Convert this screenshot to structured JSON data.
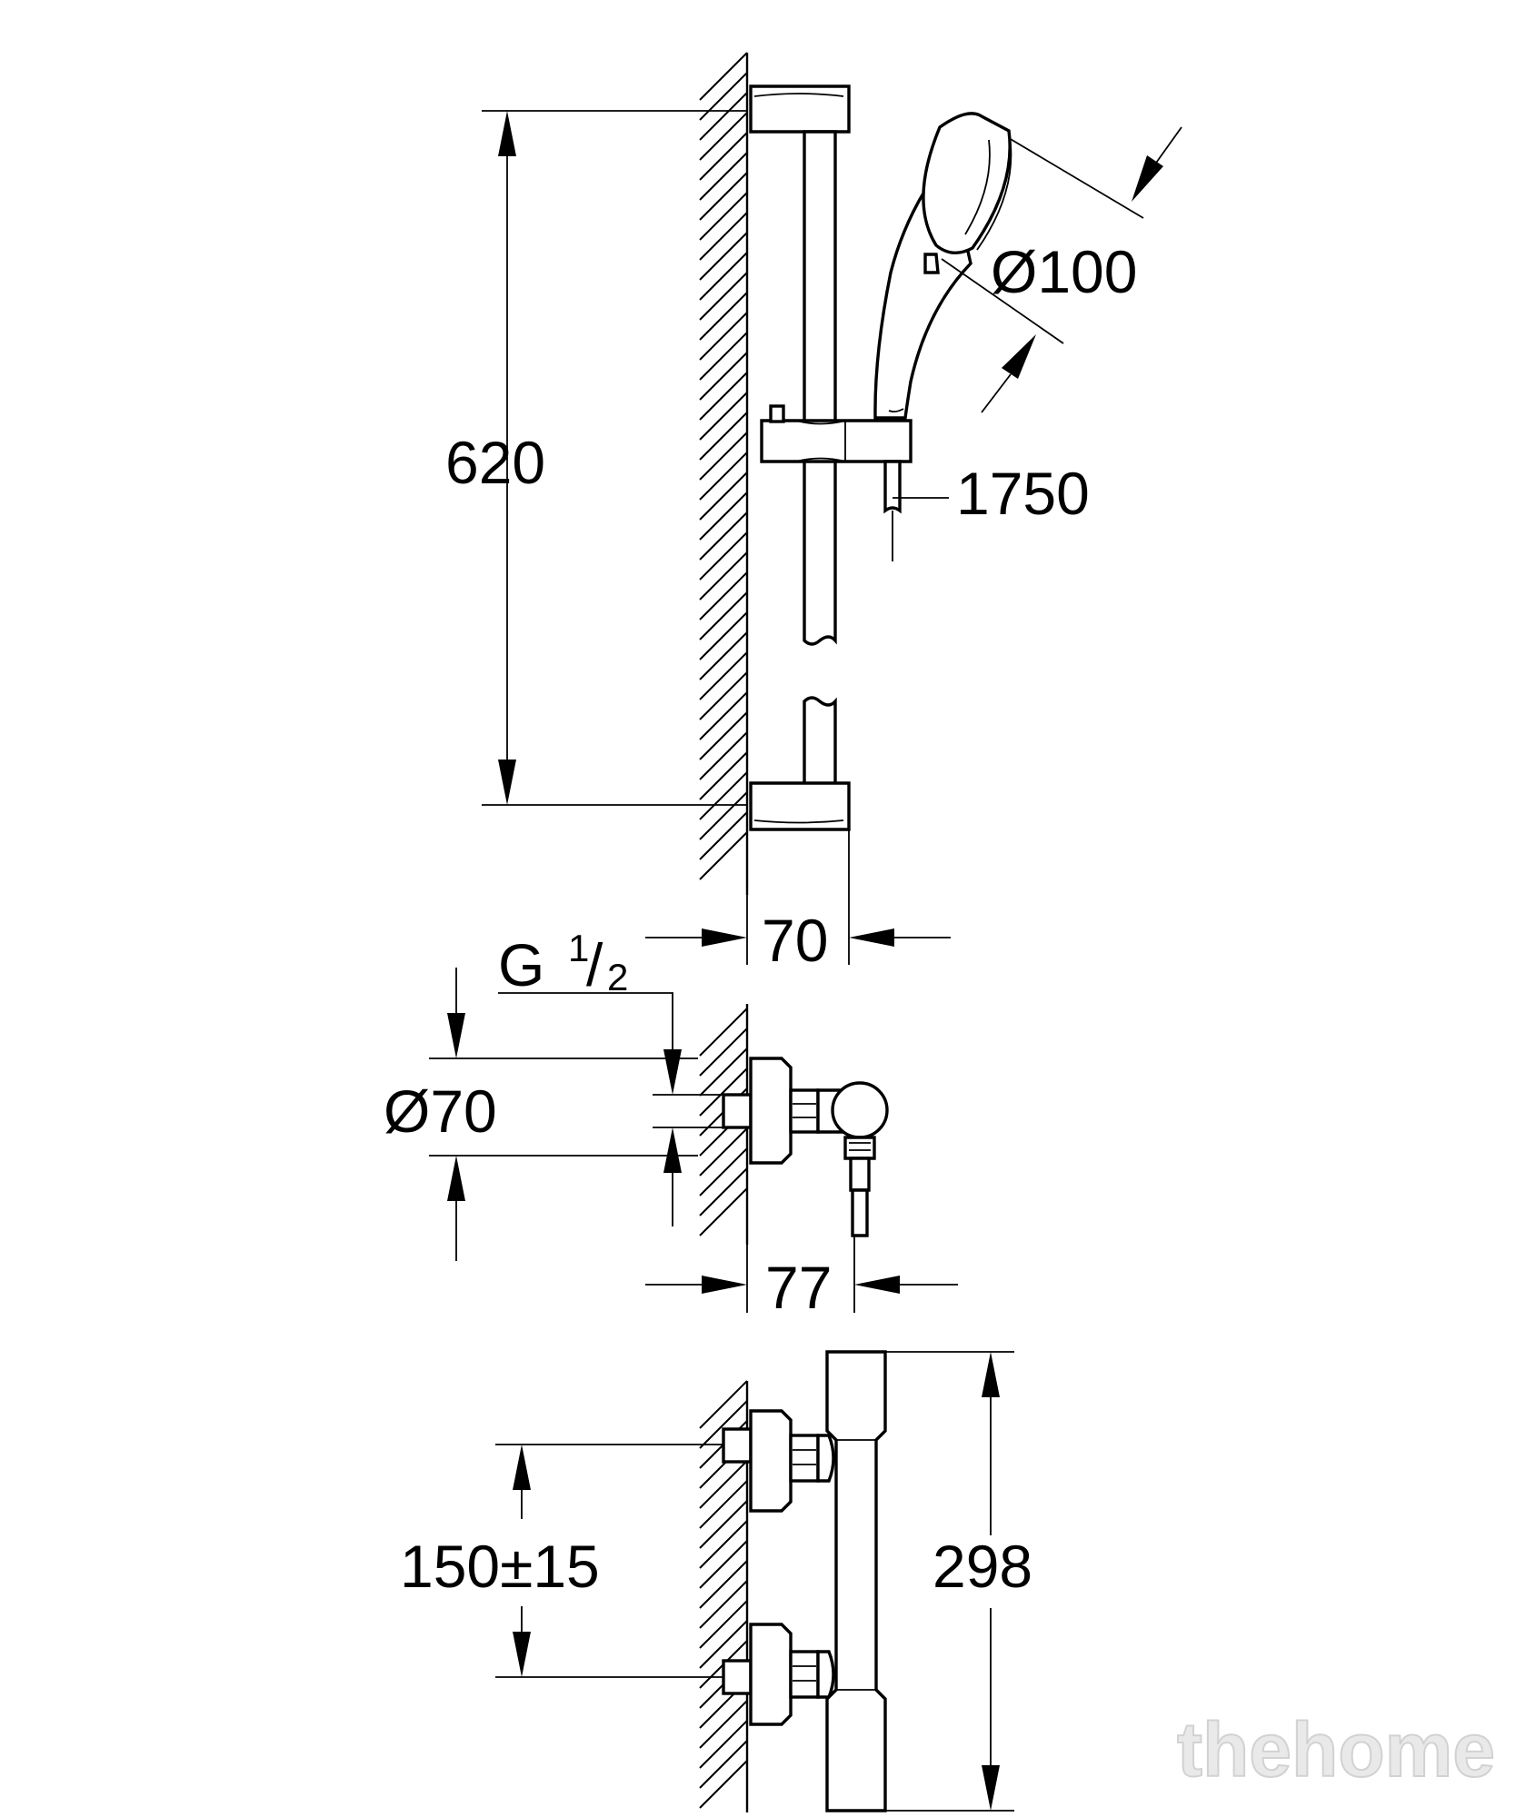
{
  "dimensions": {
    "rail_height": "620",
    "head_diameter": "Ø100",
    "hose_length": "1750",
    "rail_depth": "70",
    "thread_g": "G",
    "thread_num": "1",
    "thread_slash": "/",
    "thread_den": "2",
    "escutcheon_diameter": "Ø70",
    "mixer_depth": "77",
    "center_distance": "150±15",
    "mixer_height": "298"
  },
  "watermark": "thehome"
}
